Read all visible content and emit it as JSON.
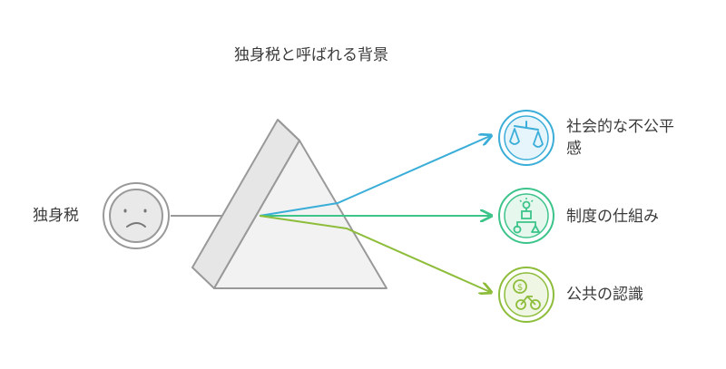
{
  "title": "独身税と呼ばれる背景",
  "source": {
    "label": "独身税",
    "icon": "sad-face-icon"
  },
  "outputs": [
    {
      "label_line1": "社会的な不公平",
      "label_line2": "感",
      "icon": "balance-scale-icon",
      "color": "#3aaed8"
    },
    {
      "label": "制度の仕組み",
      "icon": "org-structure-icon",
      "color": "#3cc48a"
    },
    {
      "label": "公共の認識",
      "icon": "money-bike-icon",
      "color": "#8dbd3a"
    }
  ],
  "colors": {
    "prism_fill": "#f2f2f2",
    "prism_stroke": "#999999",
    "face_fill": "#e9e9e9",
    "input_line": "#999999"
  }
}
